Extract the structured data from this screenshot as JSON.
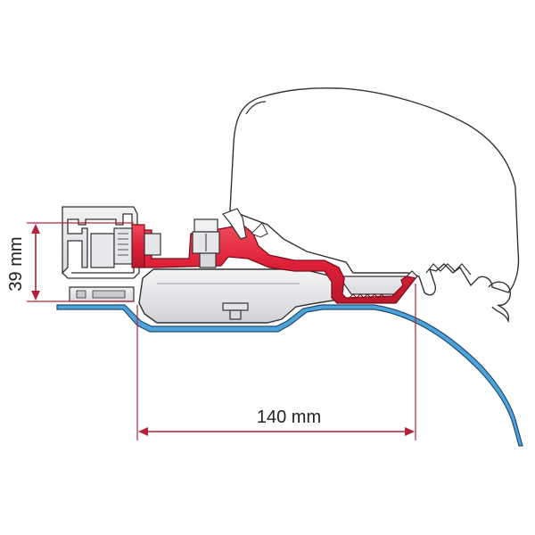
{
  "dimensions": {
    "height_label": "39 mm",
    "width_label": "140 mm"
  },
  "colors": {
    "bracket": "#e0253c",
    "bracket_stroke": "#8a1020",
    "vehicle_roof": "#4ea3da",
    "dimension_line": "#b3243a",
    "outline": "#333333",
    "part_fill": "#e9e9eb",
    "awning_fill": "#ffffff"
  },
  "parts": {
    "awning": "awning-cassette",
    "rail": "roof-rail-profile",
    "bracket": "mounting-bracket",
    "base": "adapter-base",
    "roof": "vehicle-roof"
  }
}
